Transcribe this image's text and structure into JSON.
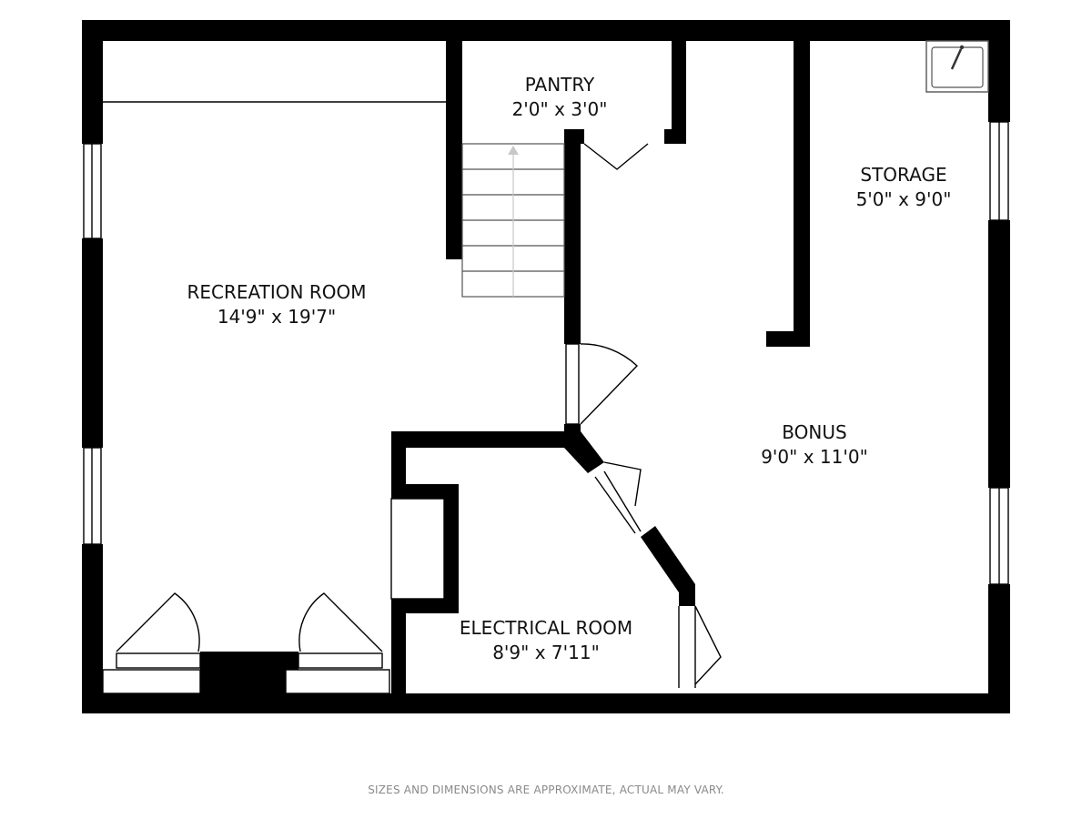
{
  "rooms": {
    "pantry": {
      "name": "PANTRY",
      "size": "2'0\" x 3'0\""
    },
    "storage": {
      "name": "STORAGE",
      "size": "5'0\" x 9'0\""
    },
    "recreation": {
      "name": "RECREATION ROOM",
      "size": "14'9\" x 19'7\""
    },
    "bonus": {
      "name": "BONUS",
      "size": "9'0\" x 11'0\""
    },
    "electrical": {
      "name": "ELECTRICAL ROOM",
      "size": "8'9\" x 7'11\""
    }
  },
  "footer": {
    "disclaimer": "SIZES AND DIMENSIONS ARE APPROXIMATE, ACTUAL MAY VARY."
  },
  "colors": {
    "wall": "#000000",
    "background": "#ffffff",
    "disclaimer": "#8a8a8a"
  },
  "icons": [
    "sink-icon",
    "stair-arrow-icon",
    "door-swing-icon",
    "window-icon"
  ]
}
